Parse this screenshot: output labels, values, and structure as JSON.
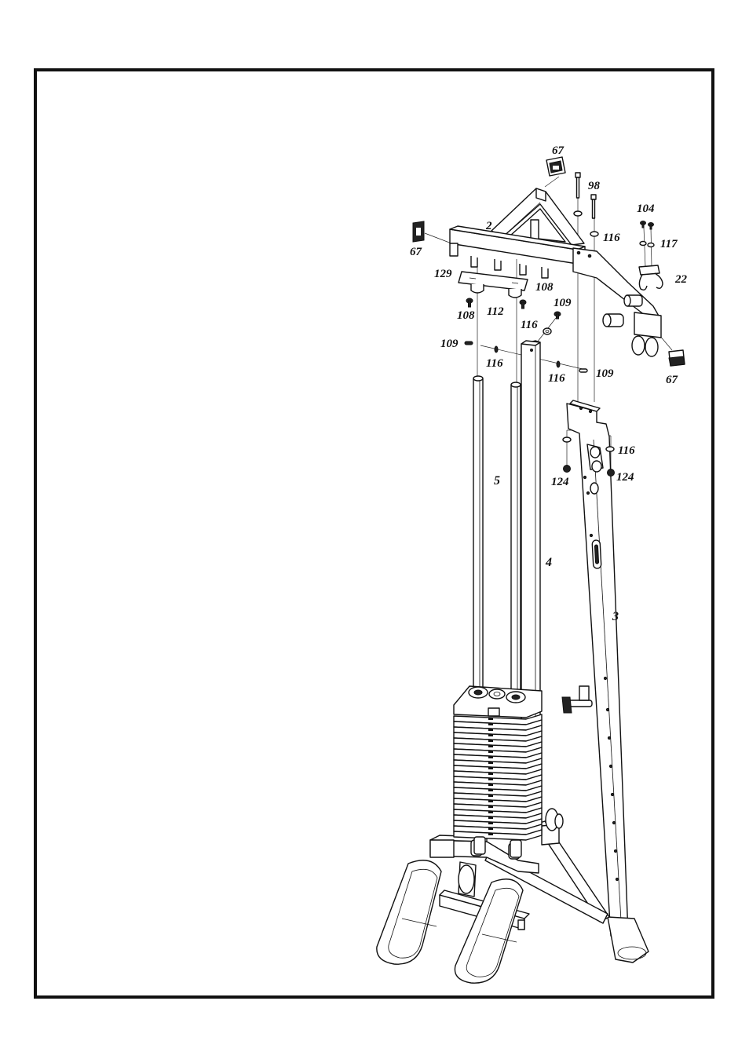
{
  "diagram": {
    "callouts": {
      "top_cap": "67",
      "left_cap": "67",
      "right_cap": "67",
      "bolt_98": "98",
      "bolt_104": "104",
      "washer_116_top": "116",
      "washer_117": "117",
      "hook_22": "22",
      "top_frame_2": "2",
      "plate_129": "129",
      "bolt_108_left": "108",
      "bolt_108_right": "108",
      "spacer_112": "112",
      "bolt_109_top": "109",
      "washer_116_mid": "116",
      "bolt_109_left": "109",
      "washer_116_left": "116",
      "washer_116_right": "116",
      "bolt_109_right": "109",
      "washer_116_lower": "116",
      "nut_124_left": "124",
      "nut_124_right": "124",
      "guide_rod_5": "5",
      "upright_4": "4",
      "rear_upright_3": "3"
    }
  }
}
